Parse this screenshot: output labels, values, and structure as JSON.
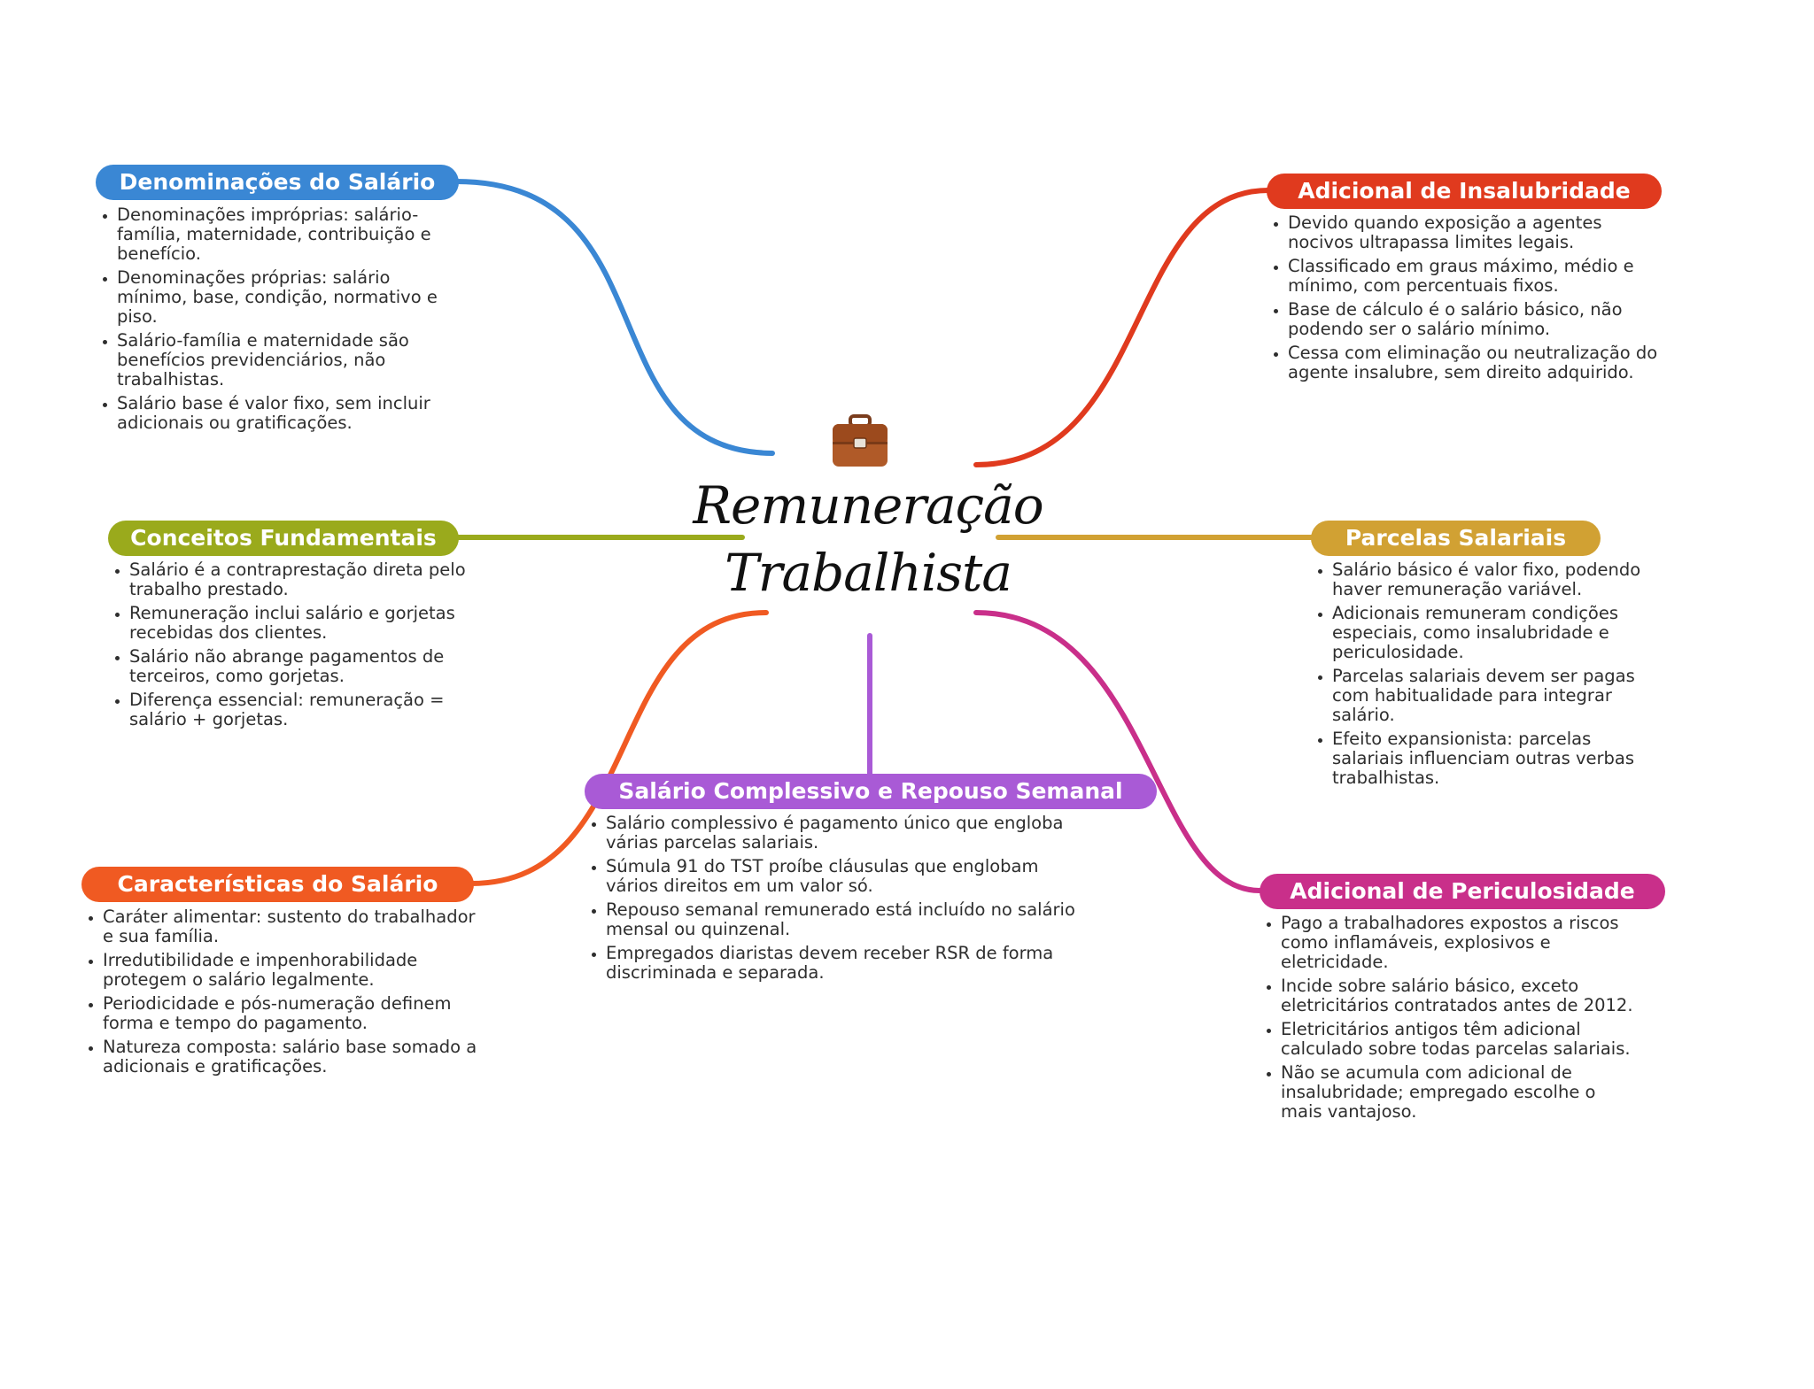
{
  "central": {
    "title_line1": "Remuneração",
    "title_line2": "Trabalhista",
    "icon": "briefcase-icon"
  },
  "branches": {
    "denominacoes": {
      "label": "Denominações do Salário",
      "color": "#3a87d4",
      "bullets": [
        "Denominações impróprias: salário-família, maternidade, contribuição e benefício.",
        "Denominações próprias: salário mínimo, base, condição, normativo e piso.",
        "Salário-família e maternidade são benefícios previdenciários, não trabalhistas.",
        "Salário base é valor fixo, sem incluir adicionais ou gratificações."
      ]
    },
    "conceitos": {
      "label": "Conceitos Fundamentais",
      "color": "#9aaa1c",
      "bullets": [
        "Salário é a contraprestação direta pelo trabalho prestado.",
        "Remuneração inclui salário e gorjetas recebidas dos clientes.",
        "Salário não abrange pagamentos de terceiros, como gorjetas.",
        "Diferença essencial: remuneração = salário + gorjetas."
      ]
    },
    "caracteristicas": {
      "label": "Características do Salário",
      "color": "#f05a22",
      "bullets": [
        "Caráter alimentar: sustento do trabalhador e sua família.",
        "Irredutibilidade e impenhorabilidade protegem o salário legalmente.",
        "Periodicidade e pós-numeração definem forma e tempo do pagamento.",
        "Natureza composta: salário base somado a adicionais e gratificações."
      ]
    },
    "complessivo": {
      "label": "Salário Complessivo e Repouso Semanal",
      "color": "#a95ad6",
      "bullets": [
        "Salário complessivo é pagamento único que engloba várias parcelas salariais.",
        "Súmula 91 do TST proíbe cláusulas que englobam vários direitos em um valor só.",
        "Repouso semanal remunerado está incluído no salário mensal ou quinzenal.",
        "Empregados diaristas devem receber RSR de forma discriminada e separada."
      ]
    },
    "insalubridade": {
      "label": "Adicional de Insalubridade",
      "color": "#e03a1e",
      "bullets": [
        "Devido quando exposição a agentes nocivos ultrapassa limites legais.",
        "Classificado em graus máximo, médio e mínimo, com percentuais fixos.",
        "Base de cálculo é o salário básico, não podendo ser o salário mínimo.",
        "Cessa com eliminação ou neutralização do agente insalubre, sem direito adquirido."
      ]
    },
    "parcelas": {
      "label": "Parcelas Salariais",
      "color": "#d1a133",
      "bullets": [
        "Salário básico é valor fixo, podendo haver remuneração variável.",
        "Adicionais remuneram condições especiais, como insalubridade e periculosidade.",
        "Parcelas salariais devem ser pagas com habitualidade para integrar salário.",
        "Efeito expansionista: parcelas salariais influenciam outras verbas trabalhistas."
      ]
    },
    "periculosidade": {
      "label": "Adicional de Periculosidade",
      "color": "#c92f8a",
      "bullets": [
        "Pago a trabalhadores expostos a riscos como inflamáveis, explosivos e eletricidade.",
        "Incide sobre salário básico, exceto eletricitários contratados antes de 2012.",
        "Eletricitários antigos têm adicional calculado sobre todas parcelas salariais.",
        "Não se acumula com adicional de insalubridade; empregado escolhe o mais vantajoso."
      ]
    }
  }
}
